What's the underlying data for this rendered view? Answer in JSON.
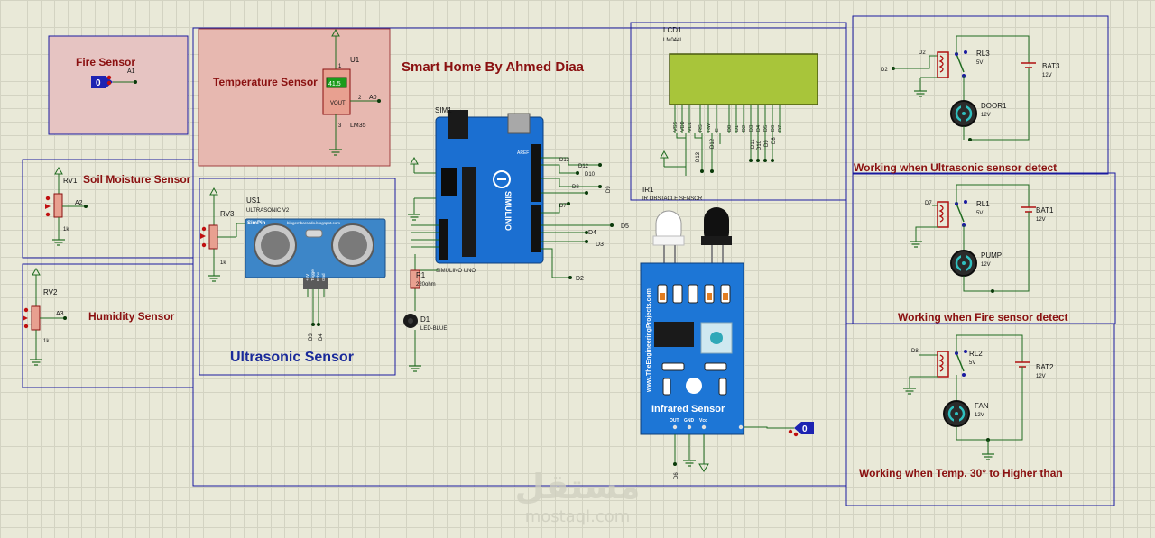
{
  "title": "Smart Home By Ahmed Diaa",
  "sections": {
    "fire": "Fire Sensor",
    "temperature": "Temperature Sensor",
    "soil": "Soil Moisture Sensor",
    "humidity": "Humidity Sensor",
    "ultrasonic_caption": "Ultrasonic Sensor",
    "ultrasonic_note": "Working when Ultrasonic sensor detect",
    "fire_note": "Working when Fire sensor detect",
    "temp_note": "Working when Temp. 30° to Higher than"
  },
  "parts": {
    "a1": "A1",
    "logic_probe": "0",
    "u1": "U1",
    "lm35_display": "41.5",
    "lm35_pin_vout": "VOUT",
    "lm35_pin2": "2",
    "lm35_pin3": "3",
    "lm35_pin1": "1",
    "lm35_net": "A0",
    "lm35": "LM35",
    "rv1": "RV1",
    "rv1_net": "A2",
    "rv1_val": "1k",
    "rv2": "RV2",
    "rv2_net": "A3",
    "rv2_val": "1k",
    "rv3": "RV3",
    "rv3_val": "1k",
    "us1": "US1",
    "us1_type": "ULTRASONIC V2",
    "us_brand": "SimPin",
    "us_blog": "blogembarcado.blogspot.com",
    "us_pins": [
      "+5V",
      "Trigger",
      "Echo",
      "Gnd"
    ],
    "us_nets": [
      "D3",
      "D4"
    ],
    "sim1": "SIM1",
    "arduino_type": "SIMULINO UNO",
    "arduino_logo": "SIMULINO",
    "aref": "AREF",
    "r1": "R1",
    "r1_val": "220ohm",
    "d1": "D1",
    "d1_type": "LED-BLUE",
    "arduino_nets": [
      "D13",
      "D12",
      "D10",
      "D8",
      "D7",
      "D5",
      "D4",
      "D3",
      "D2",
      "D9"
    ],
    "lcd1": "LCD1",
    "lcd_type": "LM044L",
    "lcd_pins": [
      "VSS",
      "VDD",
      "VEE",
      "RS",
      "RW",
      "E",
      "D0",
      "D1",
      "D2",
      "D3",
      "D4",
      "D5",
      "D6",
      "D7"
    ],
    "lcd_nets": [
      "D13",
      "D12",
      "D11",
      "D10",
      "D9",
      "D8"
    ],
    "ir1": "IR1",
    "ir1_type": "IR OBSTACLE SENSOR",
    "ir_site": "www.TheEngineeringProjects.com",
    "ir_caption": "Infrared Sensor",
    "ir_pins": [
      "OUT",
      "GND",
      "Vcc"
    ],
    "ir_net": "D6",
    "ir_probe": "0",
    "rl3": "RL3",
    "rl3_v": "5V",
    "rl3_net": "D2",
    "bat3": "BAT3",
    "bat3_v": "12V",
    "door1": "DOOR1",
    "door1_v": "12V",
    "rl1": "RL1",
    "rl1_v": "5V",
    "rl1_net": "D7",
    "bat1": "BAT1",
    "bat1_v": "12V",
    "pump": "PUMP",
    "pump_v": "12V",
    "rl2": "RL2",
    "rl2_v": "5V",
    "rl2_net": "D8",
    "bat2": "BAT2",
    "bat2_v": "12V",
    "fan": "FAN",
    "fan_v": "12V"
  },
  "watermark": {
    "arabic": "مستقل",
    "latin": "mostaql.com"
  },
  "colors": {
    "background": "#e9e9d8",
    "grid": "#d3d3c2",
    "frame": "#1a1aa0",
    "section_fill": "#e7b8b0",
    "section_fill_fire": "#e6c4c2",
    "heading": "#8a1010",
    "caption": "#1a2a9a",
    "wire": "#1f6b1f",
    "board_blue": "#1b6fd1",
    "lcd_screen": "#a8c53a",
    "lm35_display": "#1b9c1b",
    "probe_blue": "#1d23b2",
    "probe_red": "#c01010"
  }
}
